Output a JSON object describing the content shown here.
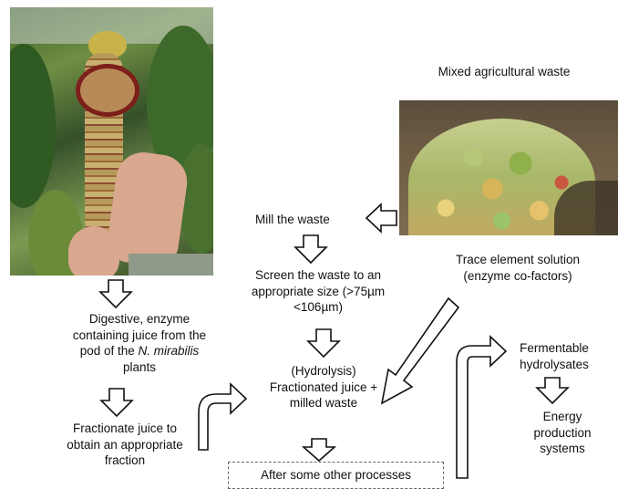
{
  "images": {
    "plant": "N. mirabilis pitcher plant photo",
    "waste": "mixed agricultural waste photo"
  },
  "labels": {
    "mixed_waste": "Mixed agricultural waste",
    "mill": "Mill the waste",
    "screen": "Screen the waste to an appropriate size (>75µm <106µm)",
    "trace": "Trace element solution (enzyme co-factors)",
    "digestive_prefix": "Digestive, enzyme containing juice from the pod of the ",
    "digestive_species": "N. mirabilis",
    "digestive_suffix": " plants",
    "hydrolysis": "(Hydrolysis) Fractionated juice + milled waste",
    "fractionate": "Fractionate juice to obtain an appropriate fraction",
    "fermentable": "Fermentable hydrolysates",
    "energy": "Energy production systems",
    "other": "After some other processes"
  }
}
